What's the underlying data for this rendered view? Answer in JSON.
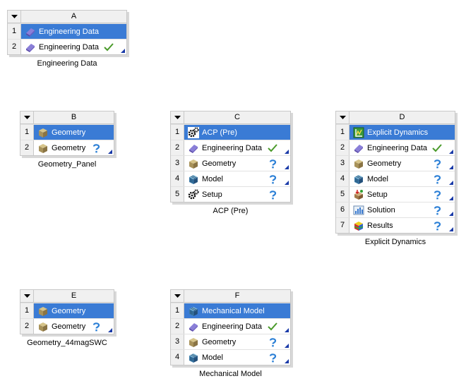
{
  "systems": [
    {
      "letter": "A",
      "caption": "Engineering Data",
      "rows": [
        {
          "num": "1",
          "label": "Engineering Data",
          "icon": "engineering-data-icon",
          "status": ""
        },
        {
          "num": "2",
          "label": "Engineering Data",
          "icon": "engineering-data-icon",
          "status": "check"
        }
      ]
    },
    {
      "letter": "B",
      "caption": "Geometry_Panel",
      "rows": [
        {
          "num": "1",
          "label": "Geometry",
          "icon": "geometry-icon",
          "status": ""
        },
        {
          "num": "2",
          "label": "Geometry",
          "icon": "geometry-icon",
          "status": "question"
        }
      ]
    },
    {
      "letter": "C",
      "caption": "ACP (Pre)",
      "rows": [
        {
          "num": "1",
          "label": "ACP (Pre)",
          "icon": "acp-gears-icon",
          "status": ""
        },
        {
          "num": "2",
          "label": "Engineering Data",
          "icon": "engineering-data-icon",
          "status": "check"
        },
        {
          "num": "3",
          "label": "Geometry",
          "icon": "geometry-icon",
          "status": "question"
        },
        {
          "num": "4",
          "label": "Model",
          "icon": "model-icon",
          "status": "question"
        },
        {
          "num": "5",
          "label": "Setup",
          "icon": "setup-gears-icon",
          "status": "question"
        }
      ]
    },
    {
      "letter": "D",
      "caption": "Explicit Dynamics",
      "rows": [
        {
          "num": "1",
          "label": "Explicit Dynamics",
          "icon": "explicit-dynamics-icon",
          "status": ""
        },
        {
          "num": "2",
          "label": "Engineering Data",
          "icon": "engineering-data-icon",
          "status": "check"
        },
        {
          "num": "3",
          "label": "Geometry",
          "icon": "geometry-icon",
          "status": "question"
        },
        {
          "num": "4",
          "label": "Model",
          "icon": "model-icon",
          "status": "question"
        },
        {
          "num": "5",
          "label": "Setup",
          "icon": "setup-icon",
          "status": "question"
        },
        {
          "num": "6",
          "label": "Solution",
          "icon": "solution-icon",
          "status": "question"
        },
        {
          "num": "7",
          "label": "Results",
          "icon": "results-icon",
          "status": "question"
        }
      ]
    },
    {
      "letter": "E",
      "caption": "Geometry_44magSWC",
      "rows": [
        {
          "num": "1",
          "label": "Geometry",
          "icon": "geometry-icon",
          "status": ""
        },
        {
          "num": "2",
          "label": "Geometry",
          "icon": "geometry-icon",
          "status": "question"
        }
      ]
    },
    {
      "letter": "F",
      "caption": "Mechanical Model",
      "rows": [
        {
          "num": "1",
          "label": "Mechanical Model",
          "icon": "model-icon",
          "status": ""
        },
        {
          "num": "2",
          "label": "Engineering Data",
          "icon": "engineering-data-icon",
          "status": "check"
        },
        {
          "num": "3",
          "label": "Geometry",
          "icon": "geometry-icon",
          "status": "question"
        },
        {
          "num": "4",
          "label": "Model",
          "icon": "model-icon",
          "status": "question"
        }
      ]
    }
  ],
  "colors": {
    "title_row": "#3a7bd5",
    "check": "#4a9a2a",
    "question": "#2b7fd6",
    "corner": "#1a3aa8"
  }
}
